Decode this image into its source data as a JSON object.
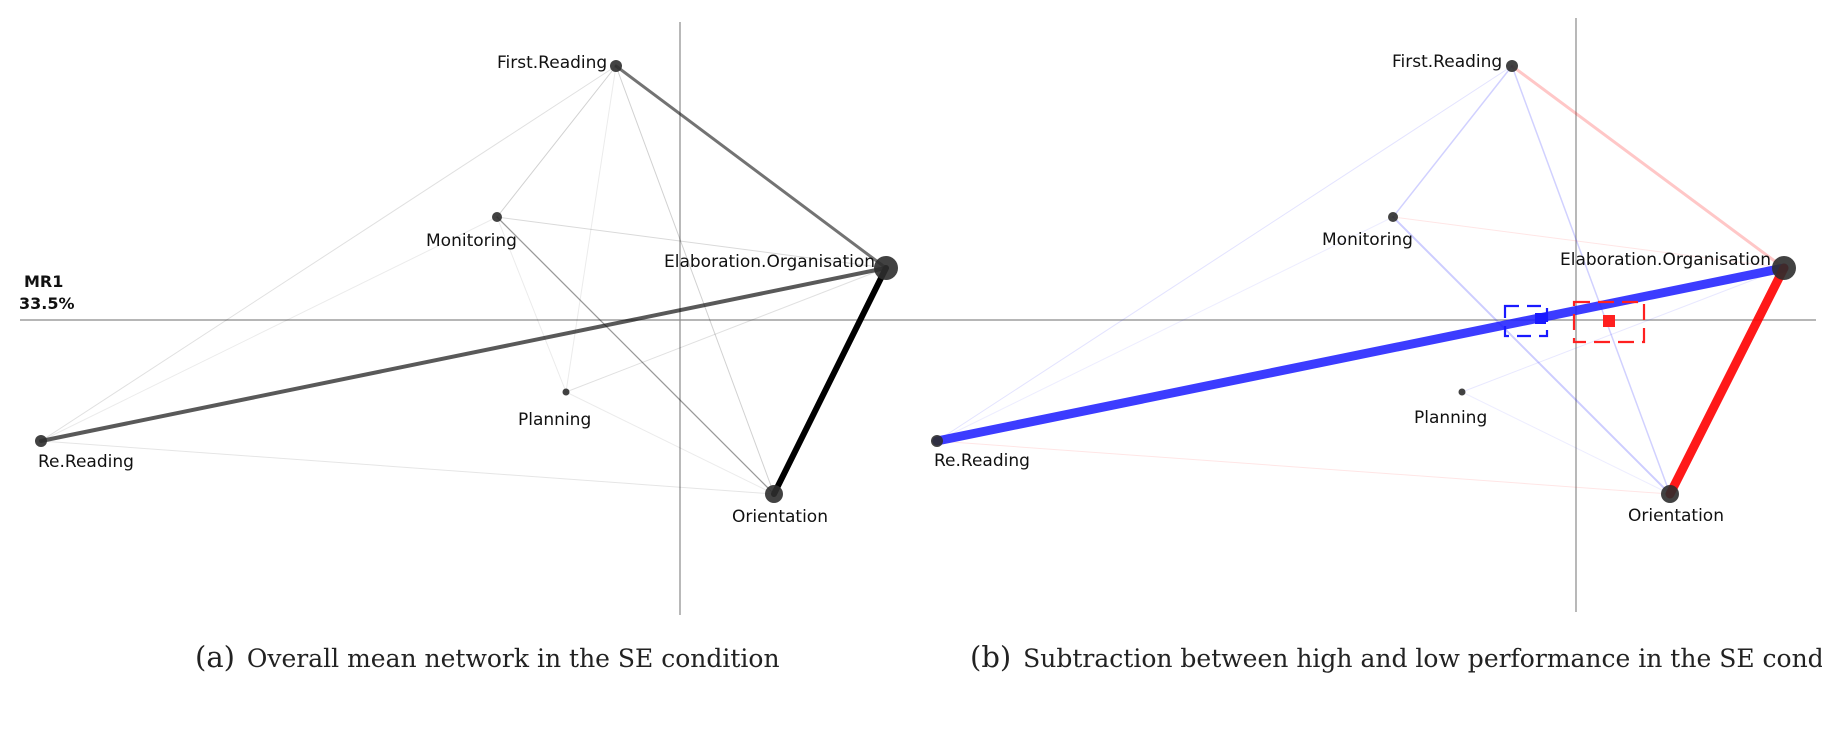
{
  "axis": {
    "name": "MR1",
    "variance": "33.5%"
  },
  "nodes": [
    {
      "id": "First.Reading",
      "label": "First.Reading"
    },
    {
      "id": "Monitoring",
      "label": "Monitoring"
    },
    {
      "id": "Elaboration.Organisation",
      "label": "Elaboration.Organisation"
    },
    {
      "id": "Planning",
      "label": "Planning"
    },
    {
      "id": "Re.Reading",
      "label": "Re.Reading"
    },
    {
      "id": "Orientation",
      "label": "Orientation"
    }
  ],
  "panels": [
    {
      "id": "a",
      "tag": "(a)",
      "caption": "Overall mean network in the SE condition",
      "colors": {
        "edge": "#000000"
      }
    },
    {
      "id": "b",
      "tag": "(b)",
      "caption": "Subtraction between high and low performance in the SE condition",
      "colors": {
        "high": "#1a1aff",
        "low": "#ff0000"
      }
    }
  ]
}
